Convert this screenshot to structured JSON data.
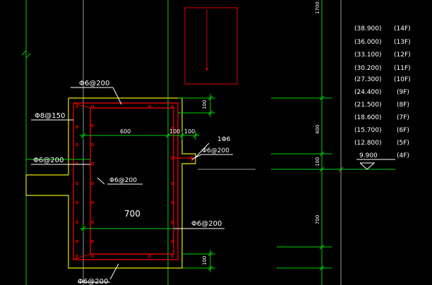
{
  "colors": {
    "background": "#000000",
    "green": "#00d000",
    "yellow": "#e6e600",
    "red": "#e00000",
    "white": "#ffffff",
    "grey": "#9a9a9a"
  },
  "labels": {
    "top_rebar": "Φ6@200",
    "left_stirrup": "Φ8@150",
    "left_mid": "Φ6@200",
    "inner_mid": "Φ6@200",
    "right_mid": "Φ6@200",
    "right_hook": "Φ6@200",
    "hook_bar": "1Φ6",
    "bottom_rebar": "Φ6@200",
    "dim_600": "600",
    "dim_100_a": "100",
    "dim_100_b": "100",
    "dim_100_top": "100",
    "dim_100_bottom": "100",
    "dim_700": "700"
  },
  "right_dims": {
    "d1700": "1700",
    "d400": "400",
    "d100": "100",
    "d700": "700"
  },
  "levels": [
    {
      "elev": "(38.900)",
      "floor": "(14F)"
    },
    {
      "elev": "(36.000)",
      "floor": "(13F)"
    },
    {
      "elev": "(33.100)",
      "floor": "(12F)"
    },
    {
      "elev": "(30.200)",
      "floor": "(11F)"
    },
    {
      "elev": "(27.300)",
      "floor": "(10F)"
    },
    {
      "elev": "(24.400)",
      "floor": "(9F)"
    },
    {
      "elev": "(21.500)",
      "floor": "(8F)"
    },
    {
      "elev": "(18.600)",
      "floor": "(7F)"
    },
    {
      "elev": "(15.700)",
      "floor": "(6F)"
    },
    {
      "elev": "(12.800)",
      "floor": "(5F)"
    },
    {
      "elev": "9.900",
      "floor": "(4F)"
    }
  ]
}
